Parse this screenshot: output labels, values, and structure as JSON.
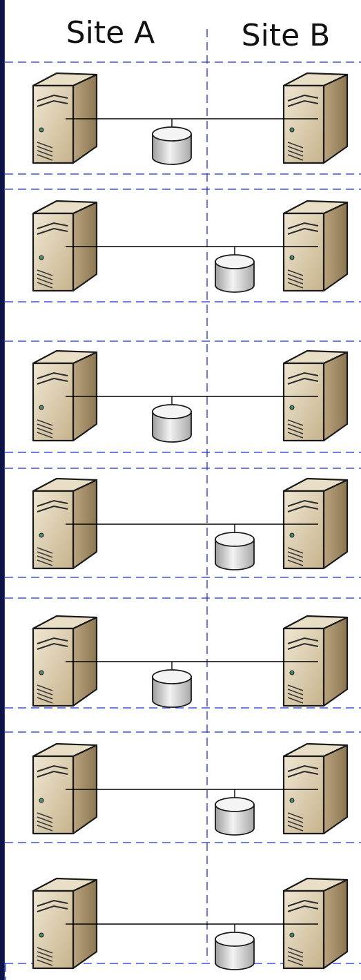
{
  "header": {
    "site_a_label": "Site A",
    "site_b_label": "Site B"
  },
  "colors": {
    "frame_background": "#0c1448",
    "canvas_background": "#ffffff",
    "divider_dash": "#1e2fd6",
    "link_line": "#000000",
    "server_front": "#d8c8a6",
    "server_side": "#a89270",
    "disk_body": "#d8d8d8"
  },
  "diagram": {
    "icons": [
      "server-icon",
      "storage-disk-icon"
    ],
    "rows": [
      {
        "disk_site": "A"
      },
      {
        "disk_site": "B"
      },
      {
        "disk_site": "A"
      },
      {
        "disk_site": "B"
      },
      {
        "disk_site": "A"
      },
      {
        "disk_site": "B"
      },
      {
        "disk_site": "B"
      }
    ]
  }
}
